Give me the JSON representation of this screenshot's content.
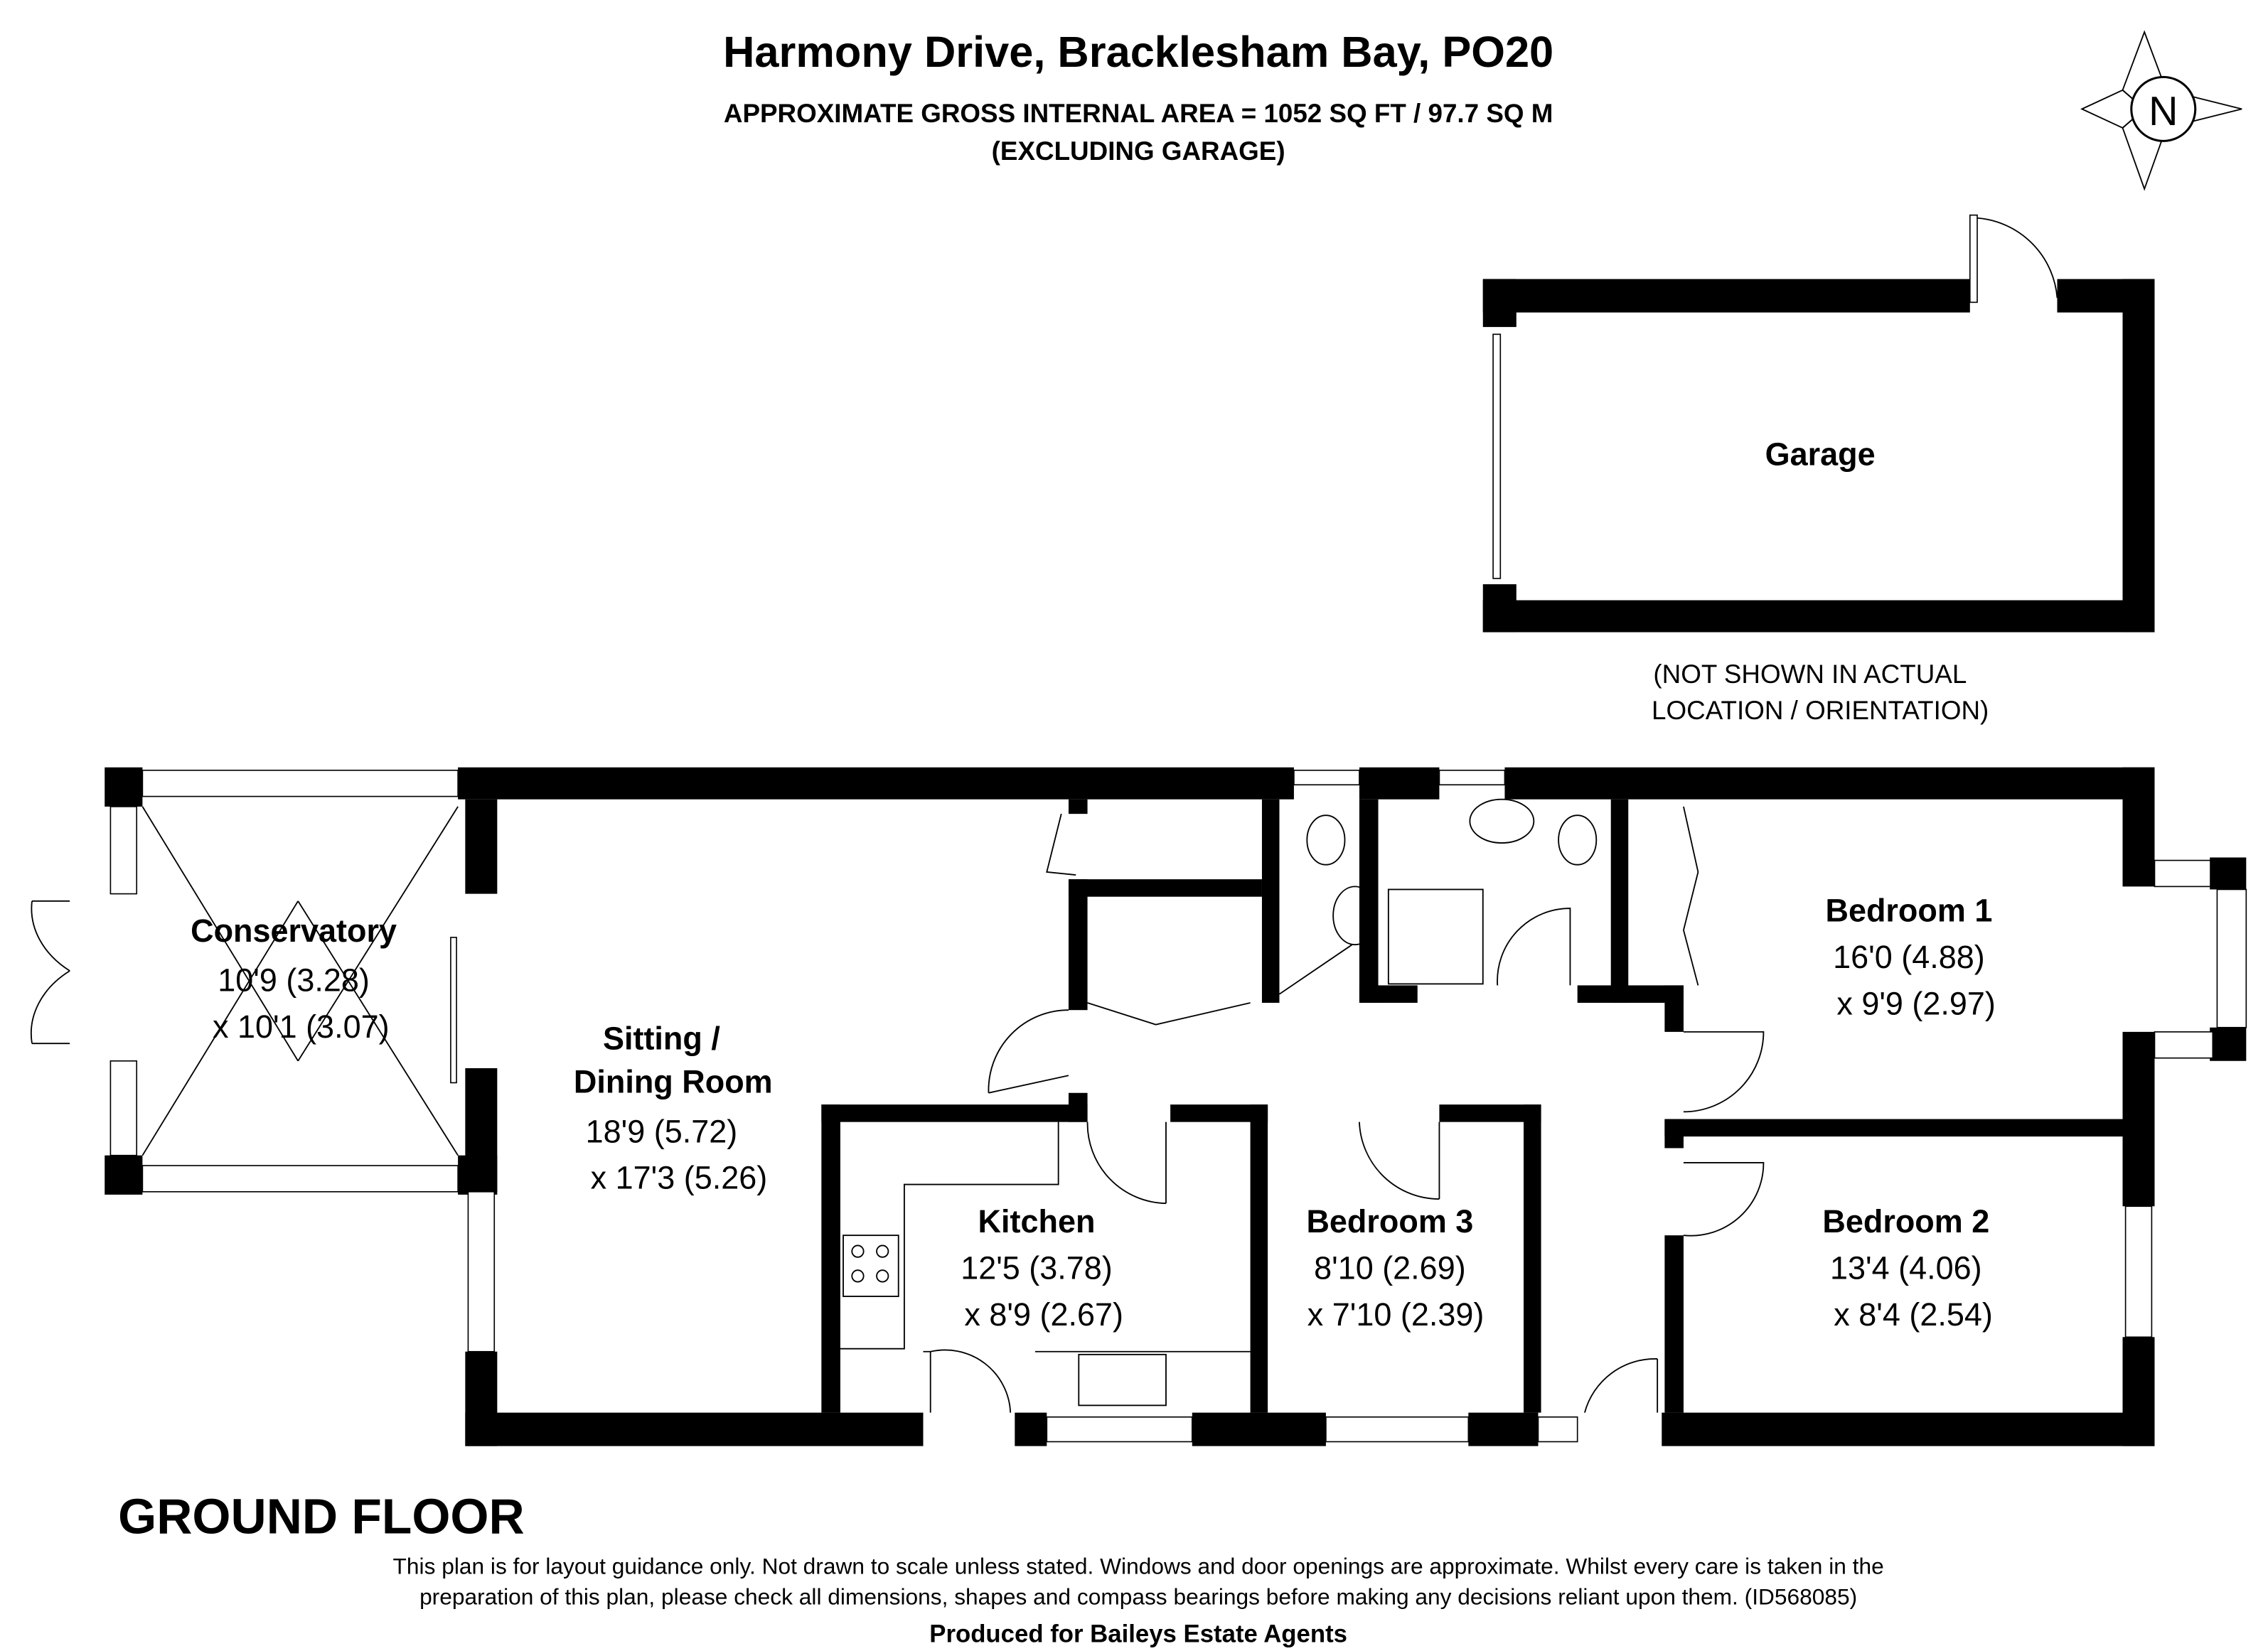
{
  "header": {
    "title": "Harmony Drive, Bracklesham Bay, PO20",
    "area": "APPROXIMATE GROSS INTERNAL AREA = 1052 SQ FT / 97.7 SQ M",
    "excluding": "(EXCLUDING GARAGE)"
  },
  "compass": {
    "label": "N"
  },
  "garage": {
    "name": "Garage",
    "note_line1": "(NOT SHOWN IN ACTUAL",
    "note_line2": "LOCATION / ORIENTATION)"
  },
  "rooms": {
    "conservatory": {
      "name": "Conservatory",
      "dim1": "10'9 (3.28)",
      "dim2": "x 10'1 (3.07)"
    },
    "sitting": {
      "name1": "Sitting /",
      "name2": "Dining Room",
      "dim1": "18'9 (5.72)",
      "dim2": "x 17'3 (5.26)"
    },
    "kitchen": {
      "name": "Kitchen",
      "dim1": "12'5 (3.78)",
      "dim2": "x 8'9 (2.67)"
    },
    "bedroom3": {
      "name": "Bedroom 3",
      "dim1": "8'10 (2.69)",
      "dim2": "x 7'10 (2.39)"
    },
    "bedroom1": {
      "name": "Bedroom 1",
      "dim1": "16'0 (4.88)",
      "dim2": "x 9'9 (2.97)"
    },
    "bedroom2": {
      "name": "Bedroom 2",
      "dim1": "13'4 (4.06)",
      "dim2": "x 8'4 (2.54)"
    }
  },
  "floor_label": "GROUND FLOOR",
  "footer": {
    "disclaimer1": "This plan is for layout guidance only. Not drawn to scale unless stated. Windows and door openings are approximate. Whilst every care is taken in the",
    "disclaimer2": "preparation of this plan, please check all dimensions, shapes and compass bearings before making any decisions reliant upon them. (ID568085)",
    "credit": "Produced for Baileys Estate Agents"
  }
}
